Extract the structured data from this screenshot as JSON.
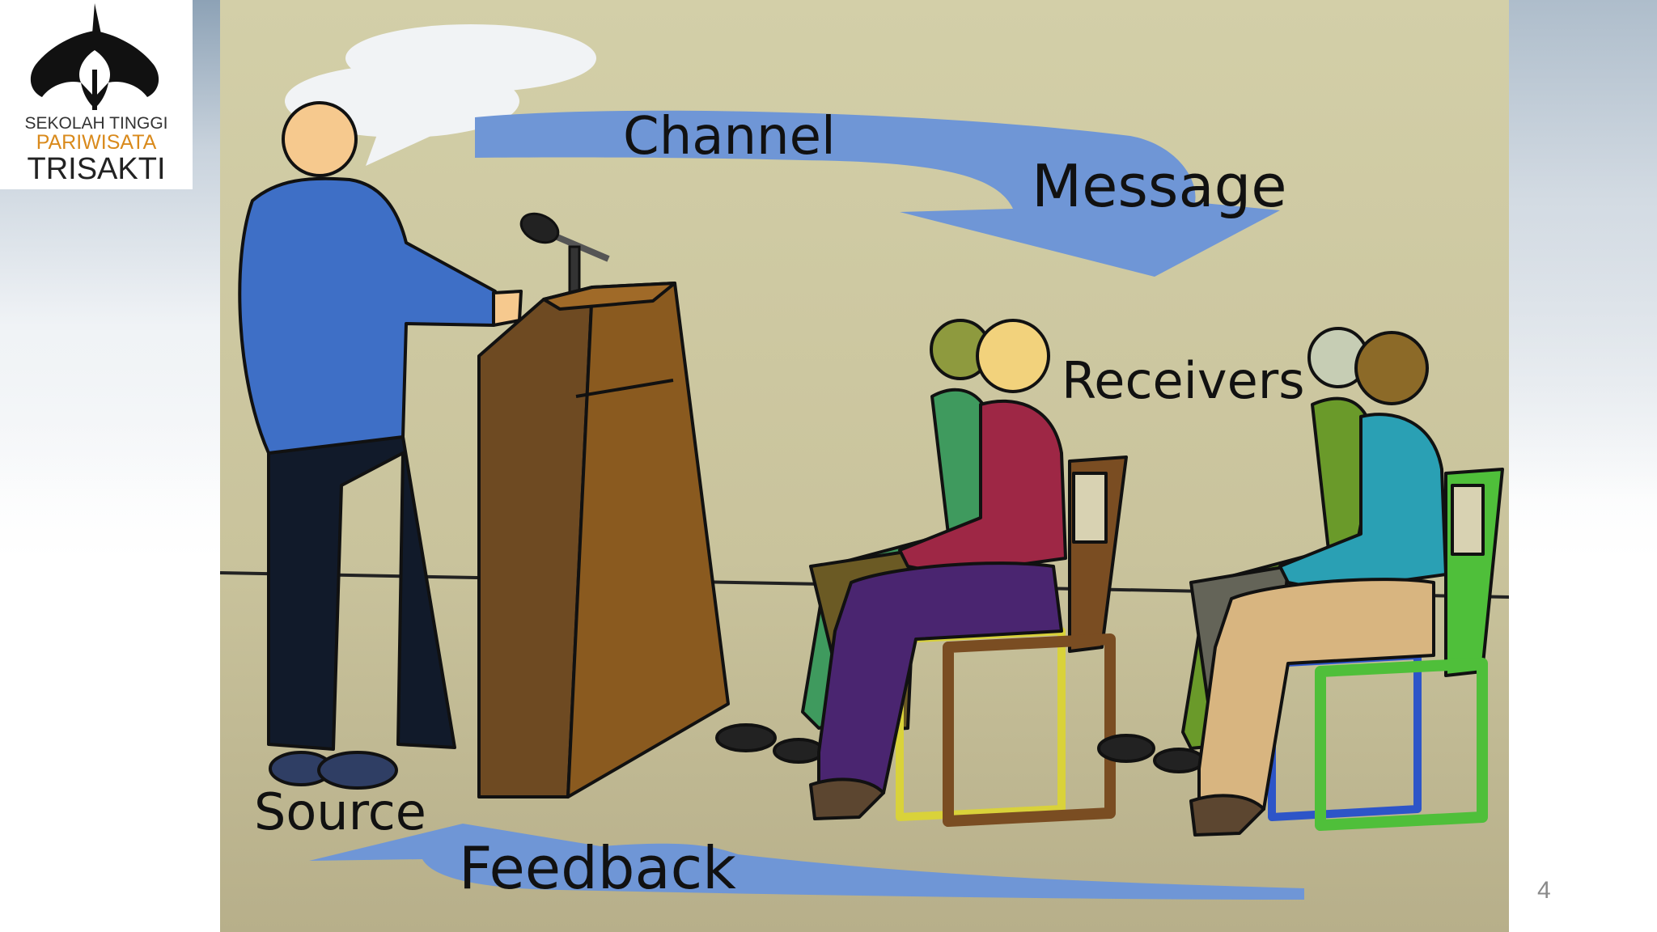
{
  "logo": {
    "line1": "SEKOLAH TINGGI",
    "line2": "PARIWISATA",
    "line3": "TRISAKTI",
    "icon": "trisakti-emblem-icon"
  },
  "diagram": {
    "labels": {
      "channel": "Channel",
      "message": "Message",
      "receivers": "Receivers",
      "source": "Source",
      "feedback": "Feedback"
    }
  },
  "slide": {
    "page_number": "4"
  },
  "colors": {
    "arrow": "#6f96d6",
    "background": "#cfc9a2",
    "speaker_shirt": "#3e6fc6",
    "podium": "#8a5a1f"
  }
}
